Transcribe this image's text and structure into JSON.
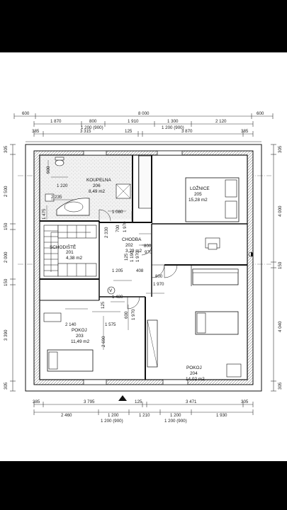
{
  "plan": {
    "top_dims": {
      "row1": [
        "600",
        "8 000",
        "600"
      ],
      "row2": [
        "1 870",
        "800",
        "1 910",
        "1 300",
        "2 120"
      ],
      "row2_sub": [
        "1 200 (900)",
        "1 200 (900)"
      ],
      "row3": [
        "385",
        "3 315",
        "125",
        "3 870",
        "385"
      ]
    },
    "bottom_dims": {
      "row1": [
        "385",
        "3 795",
        "125",
        "3 471",
        "305"
      ],
      "row2": [
        "2 460",
        "1 200",
        "1 210",
        "1 200",
        "1 930"
      ],
      "row2_sub": [
        "1 200 (900)",
        "1 200 (900)"
      ]
    },
    "left_dims": [
      "305",
      "2 500",
      "150",
      "2 000",
      "150",
      "3 390",
      "305"
    ],
    "right_dims": [
      "305",
      "4 000",
      "150",
      "4 040",
      "305"
    ],
    "rooms": {
      "koupelna": {
        "name": "KOUPELNA",
        "number": "206",
        "area": "8,49 m2"
      },
      "loznice": {
        "name": "LOŽNICE",
        "number": "205",
        "area": "15,28 m2"
      },
      "schodiste": {
        "name": "SCHODIŠTĚ",
        "number": "201",
        "area": "4,38 m2"
      },
      "chodba": {
        "name": "CHODBA",
        "number": "202",
        "area": "3,29 m2"
      },
      "pokoj203": {
        "name": "POKOJ",
        "number": "203",
        "area": "11,49 m2"
      },
      "pokoj204": {
        "name": "POKOJ",
        "number": "204",
        "area": "14,02 m2"
      }
    },
    "inner_dims": {
      "d900": "900",
      "d1220": "1 220",
      "d2235": "2 235",
      "d1475": "1 475",
      "d1080": "1 080",
      "d1970a": "1 970",
      "d700": "700",
      "d2330": "2 330",
      "d800a": "800",
      "d970": "970",
      "d1205": "1 205",
      "d408": "408",
      "d800b": "800",
      "d1970b": "1 970",
      "d1480": "1 480",
      "d1250": "125",
      "d2140": "2 140",
      "d1575": "1 575",
      "d2690": "2 690",
      "d600": "600",
      "d1970c": "1 970",
      "d1190": "1 190",
      "d125b": "125",
      "d1970d": "1 970"
    },
    "marker_v": "V"
  }
}
